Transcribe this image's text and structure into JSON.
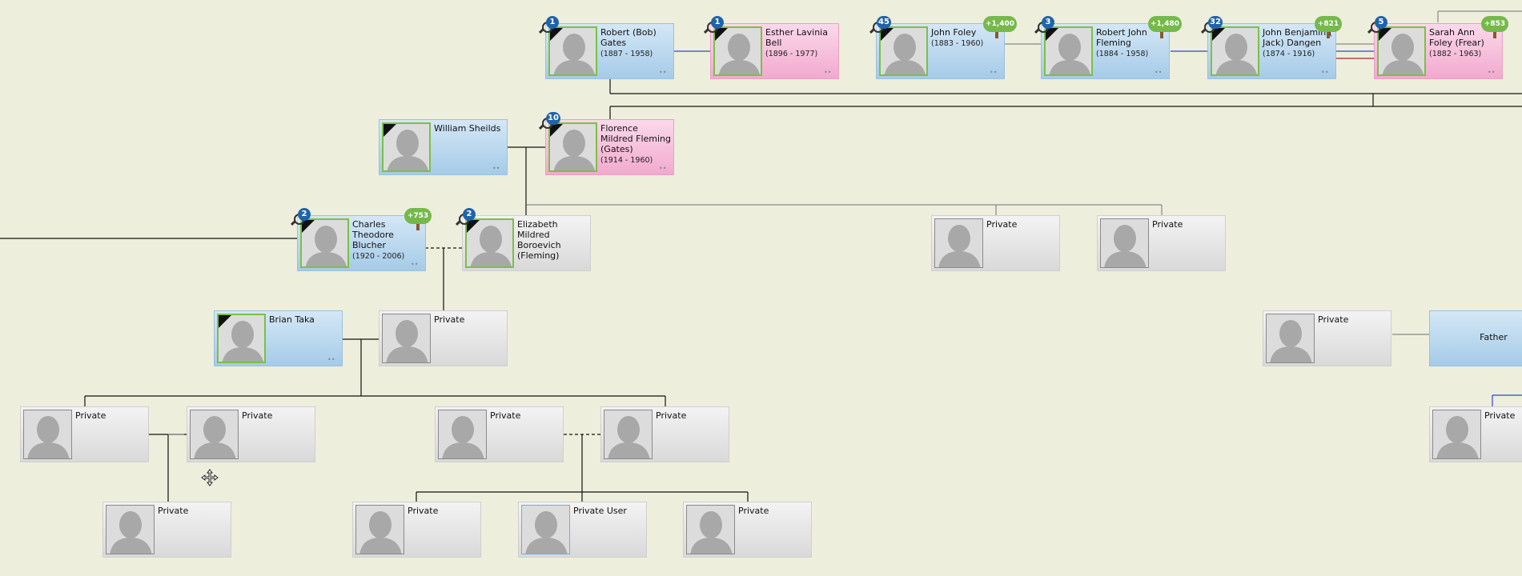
{
  "tree": {
    "people": [
      {
        "id": "p1",
        "name": "Robert (Bob) Gates",
        "dates": "(1887 - 1958)",
        "type": "male",
        "deceased": true,
        "photo": "green",
        "records": "1",
        "hints": ""
      },
      {
        "id": "p2",
        "name": "Esther Lavinia Bell",
        "dates": "(1896 - 1977)",
        "type": "female",
        "deceased": true,
        "photo": "green",
        "records": "1",
        "hints": ""
      },
      {
        "id": "p3",
        "name": "John Foley",
        "dates": "(1883 - 1960)",
        "type": "male",
        "deceased": true,
        "photo": "green",
        "records": "45",
        "hints": "+1,400"
      },
      {
        "id": "p4",
        "name": "Robert John Fleming",
        "dates": "(1884 - 1958)",
        "type": "male",
        "deceased": true,
        "photo": "green",
        "records": "3",
        "hints": "+1,480"
      },
      {
        "id": "p5",
        "name": "John Benjamin ( Jack) Dangen",
        "dates": "(1874 - 1916)",
        "type": "male",
        "deceased": true,
        "photo": "green",
        "records": "32",
        "hints": "+821"
      },
      {
        "id": "p6",
        "name": "Sarah Ann Foley (Frear)",
        "dates": "(1882 - 1963)",
        "type": "female",
        "deceased": true,
        "photo": "green",
        "records": "5",
        "hints": "+853"
      },
      {
        "id": "p7",
        "name": "William Sheilds",
        "dates": "",
        "type": "male",
        "deceased": true,
        "photo": "green",
        "records": "",
        "hints": ""
      },
      {
        "id": "p8",
        "name": "Florence Mildred Fleming (Gates)",
        "dates": "(1914 - 1960)",
        "type": "female",
        "deceased": true,
        "photo": "green",
        "records": "10",
        "hints": ""
      },
      {
        "id": "p9",
        "name": "Charles Theodore Blucher",
        "dates": "(1920 - 2006)",
        "type": "male",
        "deceased": true,
        "photo": "green",
        "records": "2",
        "hints": "+753"
      },
      {
        "id": "p10",
        "name": "Elizabeth Mildred Boroevich (Fleming)",
        "dates": "",
        "type": "private",
        "deceased": true,
        "photo": "green",
        "records": "2",
        "hints": ""
      },
      {
        "id": "p11",
        "name": "Private",
        "dates": "",
        "type": "private",
        "deceased": false,
        "photo": "gray",
        "records": "",
        "hints": ""
      },
      {
        "id": "p12",
        "name": "Private",
        "dates": "",
        "type": "private",
        "deceased": false,
        "photo": "gray",
        "records": "",
        "hints": ""
      },
      {
        "id": "p13",
        "name": "Brian Taka",
        "dates": "",
        "type": "male",
        "deceased": true,
        "photo": "green",
        "records": "",
        "hints": ""
      },
      {
        "id": "p14",
        "name": "Private",
        "dates": "",
        "type": "private",
        "deceased": false,
        "photo": "gray",
        "records": "",
        "hints": ""
      },
      {
        "id": "p15",
        "name": "Private",
        "dates": "",
        "type": "private",
        "deceased": false,
        "photo": "gray",
        "records": "",
        "hints": ""
      },
      {
        "id": "p16",
        "name": "",
        "dates": "",
        "type": "father",
        "deceased": false,
        "photo": "none",
        "records": "",
        "hints": "",
        "label": "Father"
      },
      {
        "id": "p17",
        "name": "Private",
        "dates": "",
        "type": "private",
        "deceased": false,
        "photo": "gray",
        "records": "",
        "hints": ""
      },
      {
        "id": "p18",
        "name": "Private",
        "dates": "",
        "type": "private",
        "deceased": false,
        "photo": "gray",
        "records": "",
        "hints": ""
      },
      {
        "id": "p19",
        "name": "Private",
        "dates": "",
        "type": "private",
        "deceased": false,
        "photo": "gray",
        "records": "",
        "hints": ""
      },
      {
        "id": "p20",
        "name": "Private",
        "dates": "",
        "type": "private",
        "deceased": false,
        "photo": "gray",
        "records": "",
        "hints": ""
      },
      {
        "id": "p21",
        "name": "Private",
        "dates": "",
        "type": "private",
        "deceased": false,
        "photo": "gray",
        "records": "",
        "hints": ""
      },
      {
        "id": "p22",
        "name": "Private",
        "dates": "",
        "type": "private",
        "deceased": false,
        "photo": "gray",
        "records": "",
        "hints": ""
      },
      {
        "id": "p23",
        "name": "Private",
        "dates": "",
        "type": "private",
        "deceased": false,
        "photo": "gray",
        "records": "",
        "hints": ""
      },
      {
        "id": "p24",
        "name": "Private User",
        "dates": "",
        "type": "private-user",
        "deceased": false,
        "photo": "blue",
        "records": "",
        "hints": ""
      },
      {
        "id": "p25",
        "name": "Private",
        "dates": "",
        "type": "private",
        "deceased": false,
        "photo": "gray",
        "records": "",
        "hints": ""
      }
    ],
    "colors": {
      "background": "#eeeedd",
      "male": "#a5cbe8",
      "female": "#f2a9cf",
      "private": "#dedede",
      "records_badge": "#1f63ad",
      "hint_leaf": "#74b94a"
    },
    "icons": {
      "records": "magnifier-icon",
      "hints": "tree-leaf-icon",
      "deceased": "deceased-ribbon-icon",
      "silhouette": "person-silhouette-icon",
      "cursor": "move-cursor-icon"
    }
  }
}
